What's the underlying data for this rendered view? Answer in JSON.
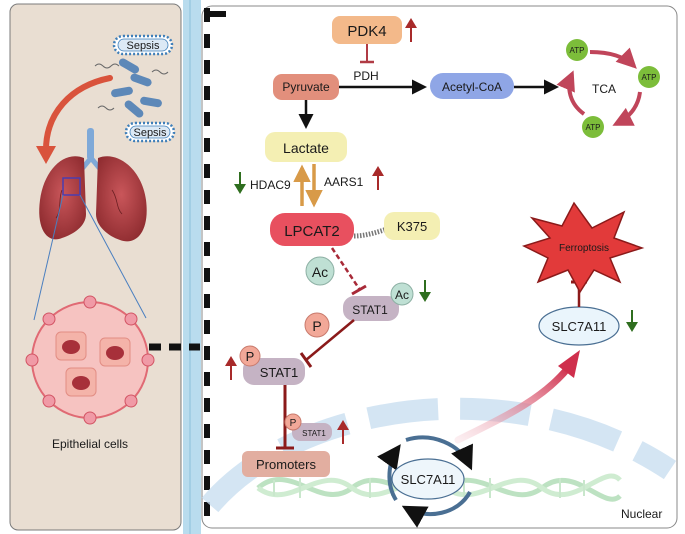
{
  "labels": {
    "sepsis_top": "Sepsis",
    "sepsis_bottom": "Sepsis",
    "epithelial": "Epithelial cells",
    "pdk4": "PDK4",
    "pdh": "PDH",
    "pyruvate": "Pyruvate",
    "acetyl_coa": "Acetyl-CoA",
    "tca": "TCA",
    "atp": "ATP",
    "lactate": "Lactate",
    "hdac9": "HDAC9",
    "aars1": "AARS1",
    "lpcat2": "LPCAT2",
    "k375": "K375",
    "ac": "Ac",
    "stat1": "STAT1",
    "p": "P",
    "promoters": "Promoters",
    "ferroptosis": "Ferroptosis",
    "slc7a11": "SLC7A11",
    "nuclear": "Nuclear"
  },
  "colors": {
    "up_arrow": "#a82a2a",
    "down_arrow": "#2f6e1f",
    "inhibit": "#8b1a1a",
    "pdk4_fill": "#f3b98a",
    "pyruvate_fill": "#e28f7c",
    "acetyl_fill": "#8fa6e6",
    "atp_fill": "#7cbd3a",
    "lactate_fill": "#f4efb3",
    "lpcat2_fill": "#e8505f",
    "k375_fill": "#f4efb3",
    "stat1_fill": "#c5b3c4",
    "ac_fill": "#bfe0d4",
    "p_fill": "#f2a898",
    "ferroptosis_fill": "#e23a3a",
    "slc_fill": "#eaf5fc",
    "left_panel": "#e9ded2",
    "divider": "#b9dcee"
  },
  "icons": [
    "bacteria-icon",
    "lung-icon",
    "cell-cluster-icon",
    "dna-helix-icon",
    "ferroptosis-burst-icon",
    "up-arrow-icon",
    "down-arrow-icon"
  ]
}
